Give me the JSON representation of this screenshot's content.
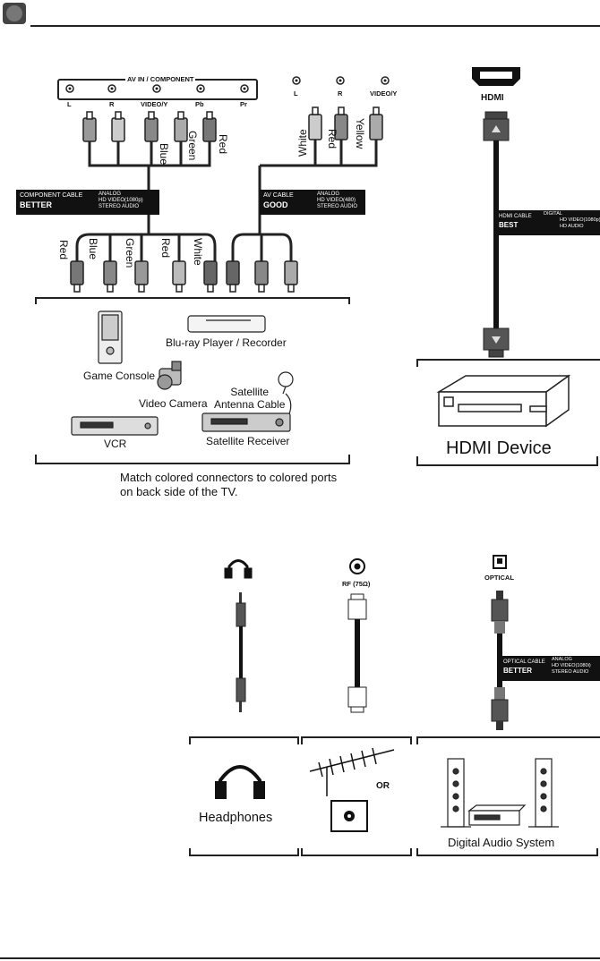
{
  "header": {
    "icon": "chapter-square-icon"
  },
  "av_in_component": {
    "title": "AV IN / COMPONENT",
    "ports": [
      "L",
      "R",
      "VIDEO/Y",
      "Pb",
      "Pr"
    ]
  },
  "av_in": {
    "ports": [
      "L",
      "R",
      "VIDEO/Y"
    ]
  },
  "hdmi_port": {
    "label": "HDMI"
  },
  "component_cable": {
    "top_colors": [
      "Blue",
      "Green",
      "Red"
    ],
    "bottom_colors": [
      "Red",
      "Blue",
      "Green",
      "Red",
      "White"
    ],
    "label": {
      "name": "COMPONENT CABLE",
      "rating": "BETTER",
      "specs": [
        "ANALOG",
        "HD VIDEO(1080p)",
        "STEREO AUDIO"
      ]
    }
  },
  "av_cable": {
    "top_colors": [
      "White",
      "Red",
      "Yellow"
    ],
    "label": {
      "name": "AV CABLE",
      "rating": "GOOD",
      "specs": [
        "ANALOG",
        "HD VIDEO(480)",
        "STEREO AUDIO"
      ]
    }
  },
  "hdmi_cable": {
    "label": {
      "name": "HDMI CABLE",
      "rating": "BEST",
      "specs": [
        "DIGITAL",
        "HD VIDEO(1080p)",
        "HD AUDIO"
      ]
    }
  },
  "devices": {
    "game_console": "Game Console",
    "bluray": "Blu-ray Player / Recorder",
    "video_camera": "Video Camera",
    "satellite_antenna": "Satellite\nAntenna Cable",
    "vcr": "VCR",
    "satellite_receiver": "Satellite Receiver",
    "hdmi_device": "HDMI Device"
  },
  "note": "Match colored connectors to colored ports\non back side of the TV.",
  "rf_port": {
    "label": "RF (75Ω)"
  },
  "optical_port": {
    "label": "OPTICAL"
  },
  "optical_cable": {
    "label": {
      "name": "OPTICAL CABLE",
      "rating": "BETTER",
      "specs": [
        "ANALOG",
        "HD VIDEO(1080i)",
        "STEREO AUDIO"
      ]
    }
  },
  "bottom_devices": {
    "headphones": "Headphones",
    "or": "OR",
    "digital_audio": "Digital Audio System"
  }
}
